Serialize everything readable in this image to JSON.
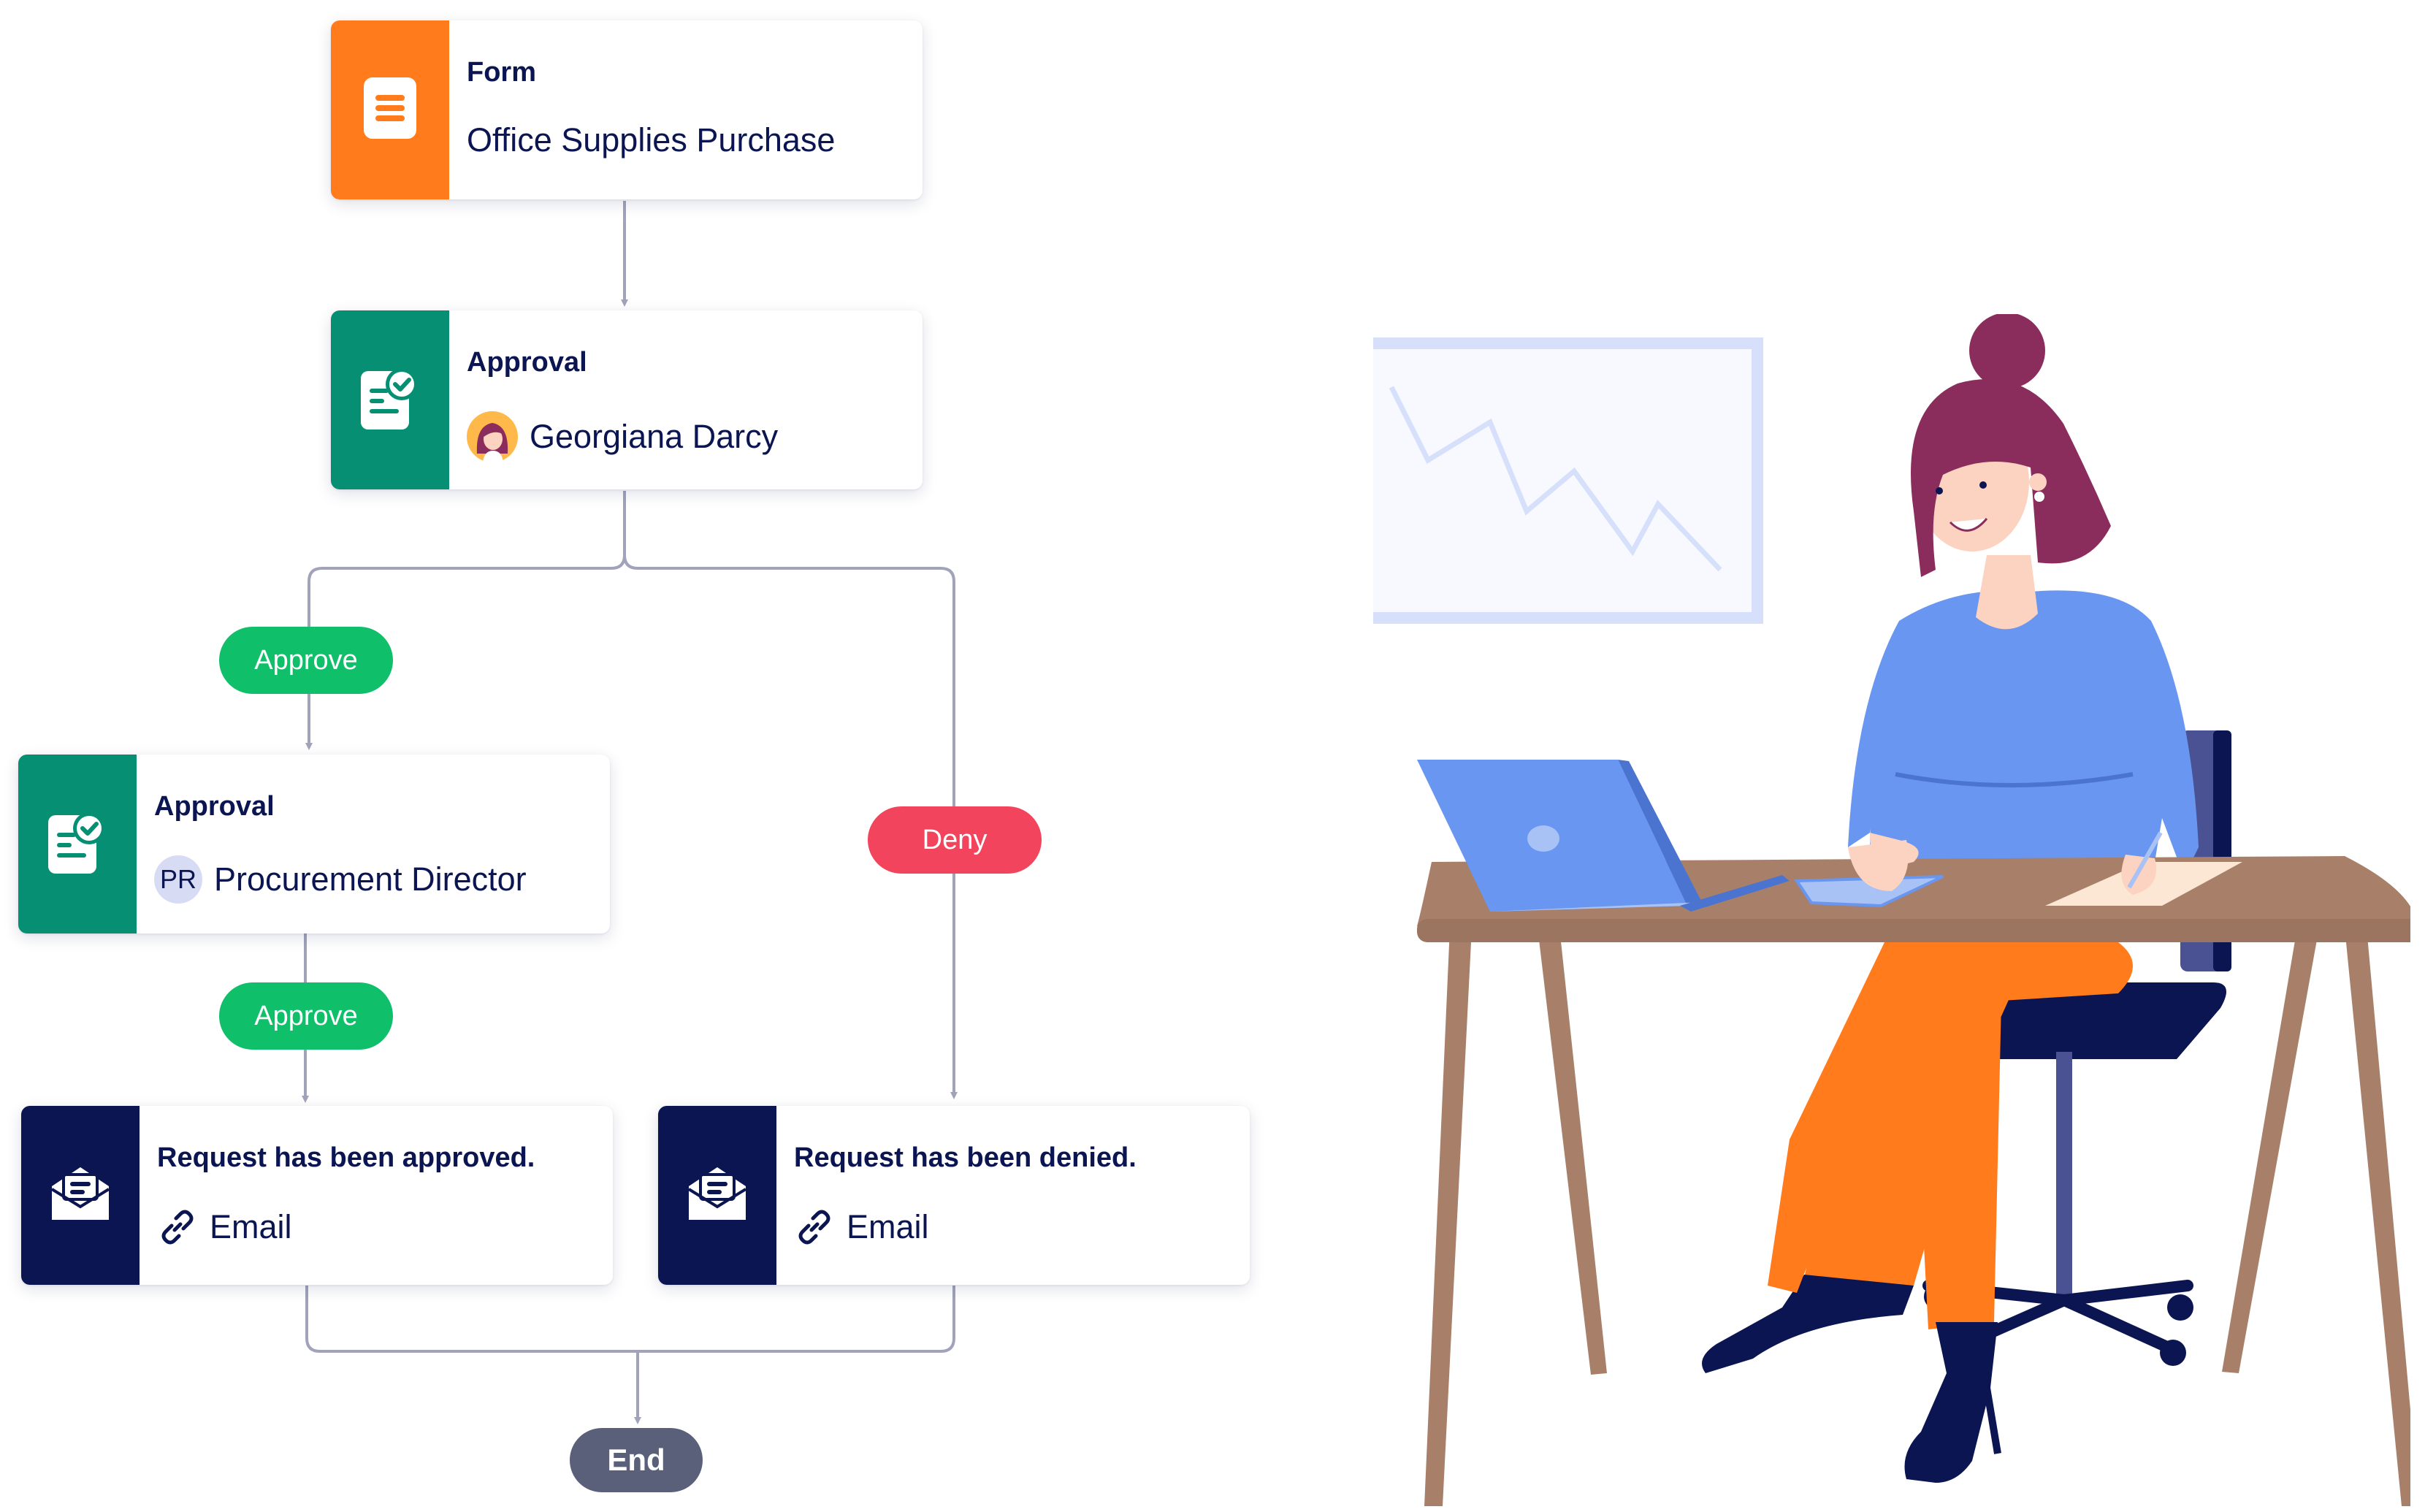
{
  "nodes": {
    "form": {
      "type_label": "Form",
      "name": "Office Supplies Purchase",
      "icon": "form-document-icon",
      "color": "#ff7b1c"
    },
    "approval1": {
      "type_label": "Approval",
      "assignee": "Georgiana Darcy",
      "icon": "approval-check-icon",
      "color": "#078f74"
    },
    "approval2": {
      "type_label": "Approval",
      "assignee_initials": "PR",
      "assignee": "Procurement Director",
      "icon": "approval-check-icon",
      "color": "#078f74"
    },
    "email_approved": {
      "title": "Request has been approved.",
      "channel": "Email",
      "icon": "email-envelope-icon",
      "color": "#0a1551"
    },
    "email_denied": {
      "title": "Request has been denied.",
      "channel": "Email",
      "icon": "email-envelope-icon",
      "color": "#0a1551"
    }
  },
  "edges": {
    "approve1": "Approve",
    "approve2": "Approve",
    "deny": "Deny"
  },
  "end_label": "End",
  "colors": {
    "approve": "#0fbf6a",
    "deny": "#f2445d",
    "end": "#5a5f7a",
    "connector": "#a0a3ba",
    "chart_frame": "#d6e0fb"
  }
}
